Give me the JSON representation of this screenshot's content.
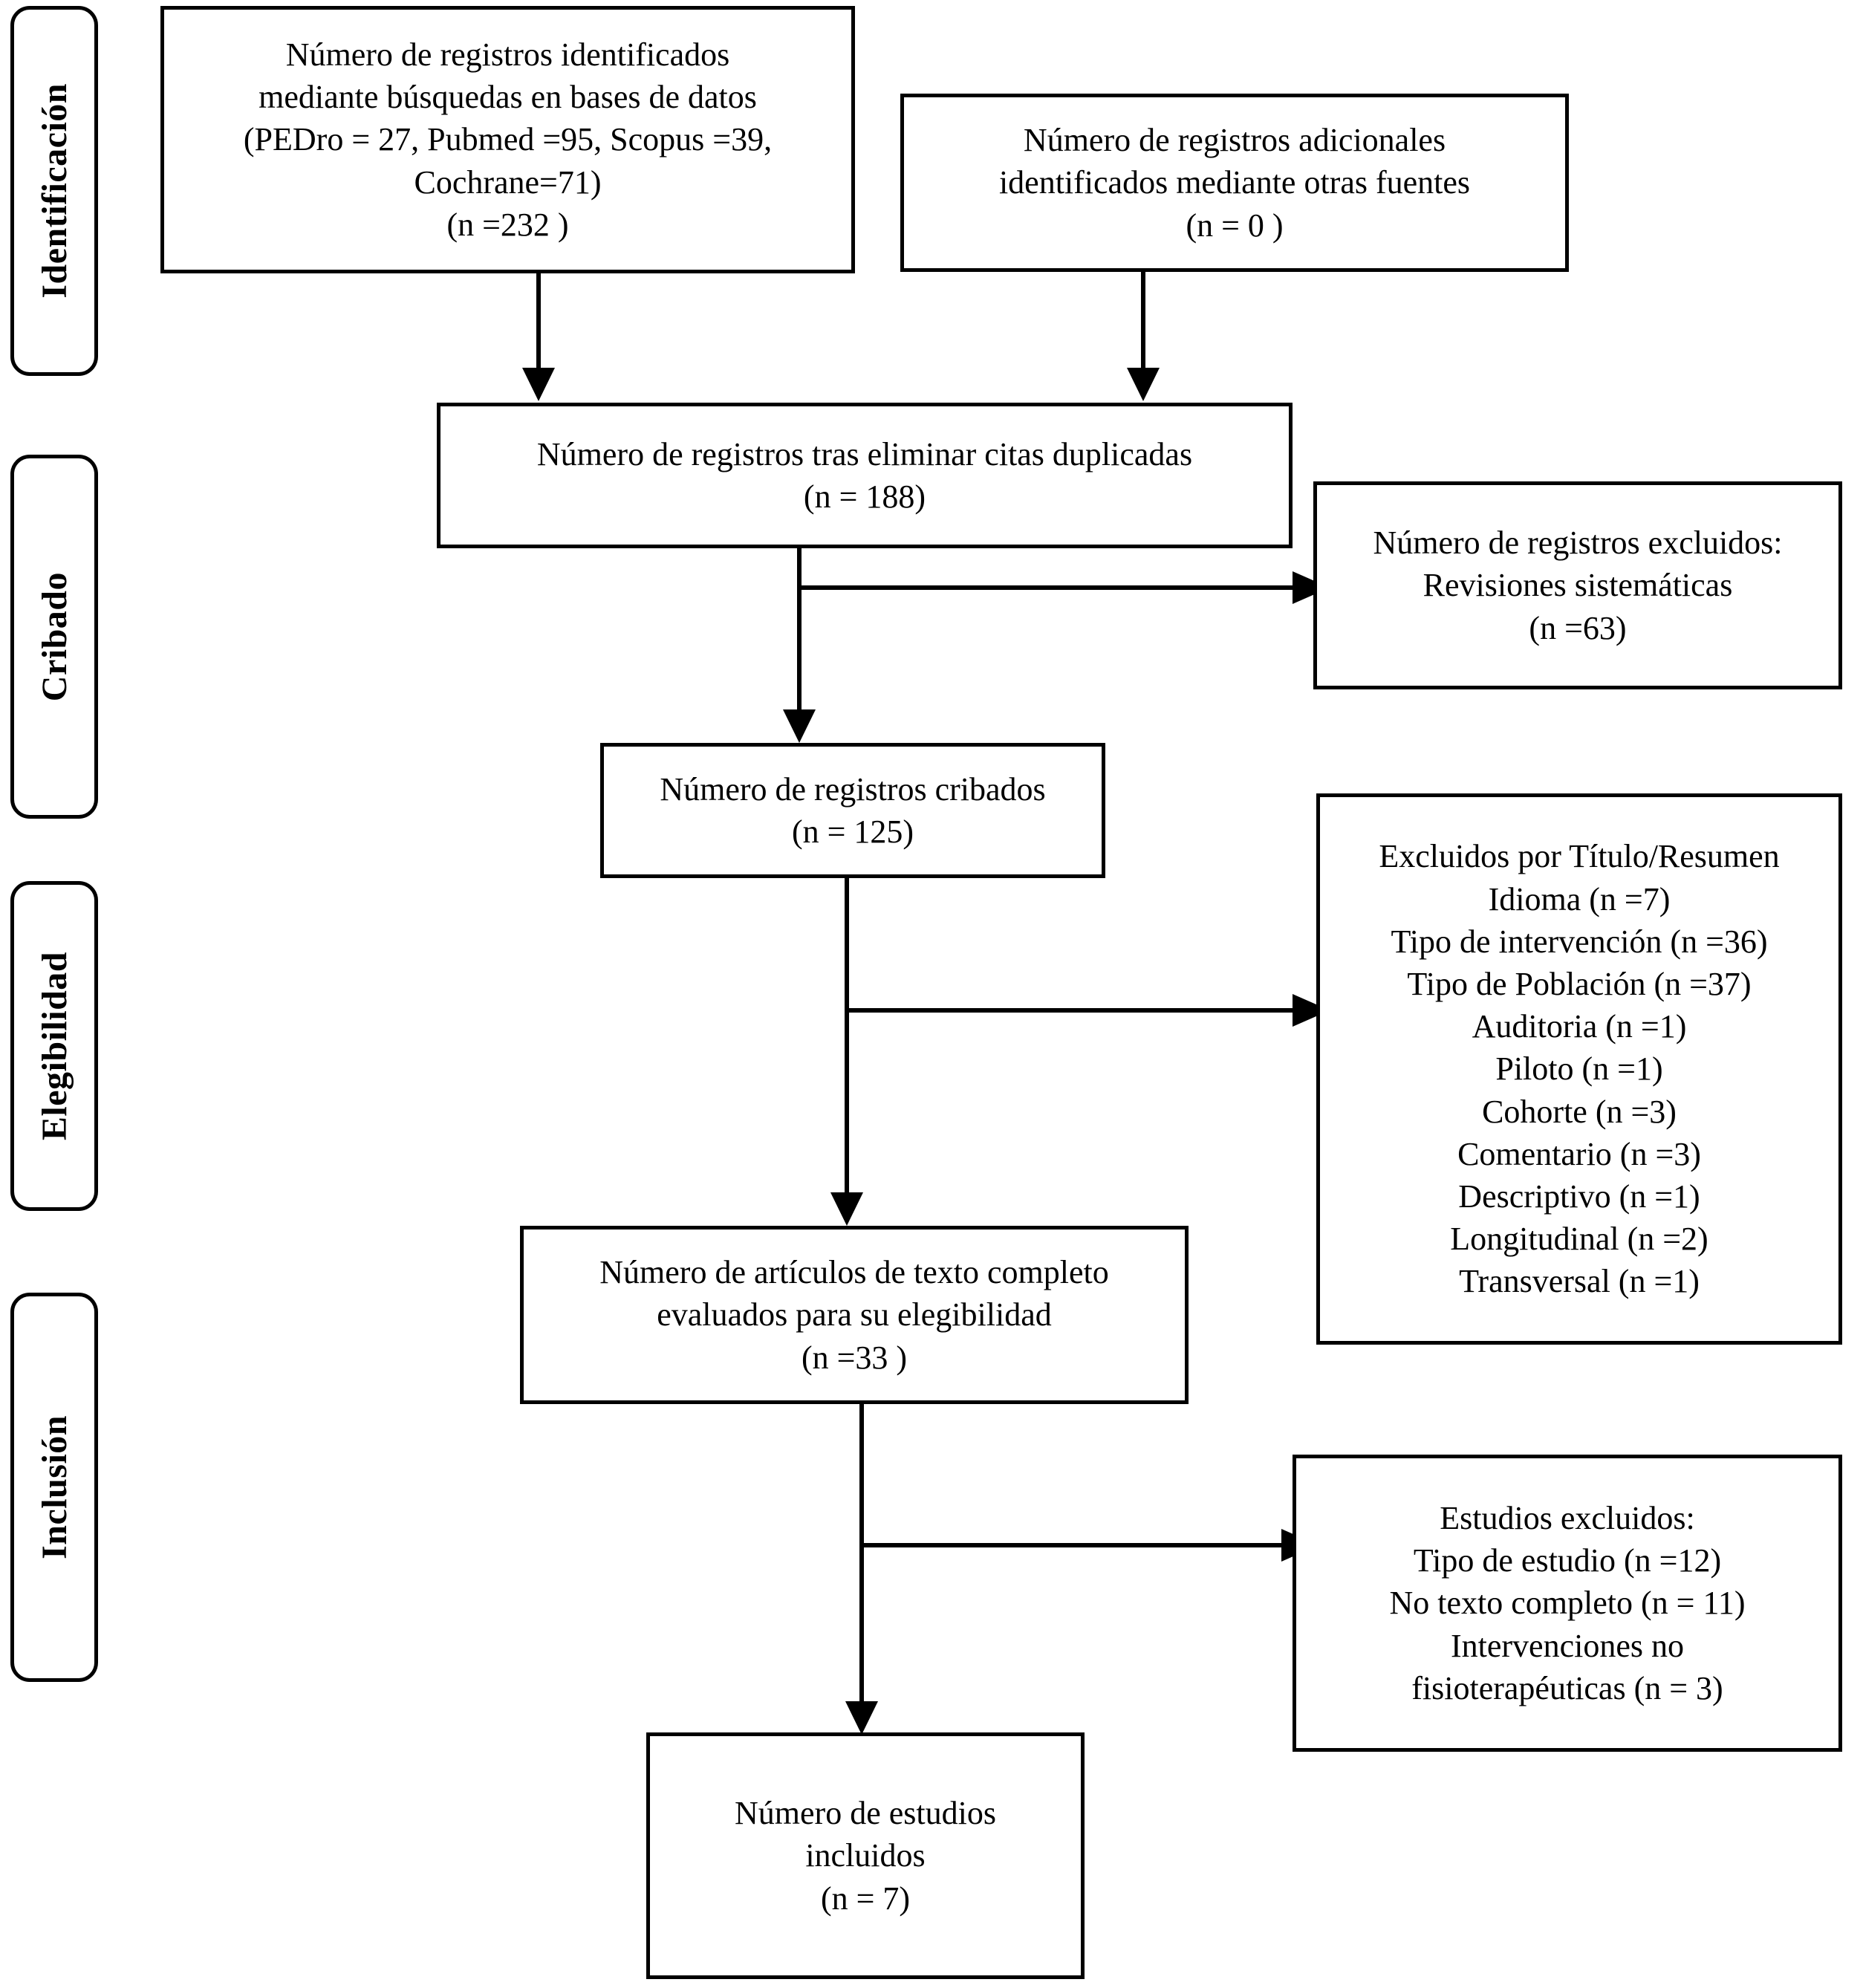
{
  "diagram": {
    "type": "prisma-flow-diagram",
    "language": "es",
    "stages": [
      {
        "id": "identificacion",
        "label": "Identificación"
      },
      {
        "id": "cribado",
        "label": "Cribado"
      },
      {
        "id": "elegibilidad",
        "label": "Elegibilidad"
      },
      {
        "id": "inclusion",
        "label": "Inclusión"
      }
    ],
    "boxes": {
      "records_identified": {
        "text": "Número de registros identificados\nmediante búsquedas en bases de datos\n(PEDro = 27, Pubmed =95, Scopus =39,\nCochrane=71)\n(n =232   )",
        "n": 232,
        "sources": [
          {
            "name": "PEDro",
            "n": 27
          },
          {
            "name": "Pubmed",
            "n": 95
          },
          {
            "name": "Scopus",
            "n": 39
          },
          {
            "name": "Cochrane",
            "n": 71
          }
        ]
      },
      "additional_records": {
        "text": "Número de registros adicionales\nidentificados mediante otras fuentes\n(n = 0 )",
        "n": 0
      },
      "after_duplicates": {
        "text": "Número de registros tras eliminar citas duplicadas\n(n = 188)",
        "n": 188
      },
      "records_excluded_reviews": {
        "text": "Número de registros excluidos:\nRevisiones sistemáticas\n(n =63)",
        "n": 63
      },
      "records_screened": {
        "text": "Número de registros cribados\n(n = 125)",
        "n": 125
      },
      "excluded_title_abstract": {
        "text": "Excluidos por Título/Resumen\nIdioma (n =7)\nTipo de intervención (n =36)\nTipo de Población (n =37)\nAuditoria (n =1)\nPiloto (n =1)\nCohorte (n =3)\nComentario (n =3)\nDescriptivo (n =1)\nLongitudinal (n =2)\nTransversal (n =1)",
        "reasons": [
          {
            "label": "Idioma",
            "n": 7
          },
          {
            "label": "Tipo de intervención",
            "n": 36
          },
          {
            "label": "Tipo de Población",
            "n": 37
          },
          {
            "label": "Auditoria",
            "n": 1
          },
          {
            "label": "Piloto",
            "n": 1
          },
          {
            "label": "Cohorte",
            "n": 3
          },
          {
            "label": "Comentario",
            "n": 3
          },
          {
            "label": "Descriptivo",
            "n": 1
          },
          {
            "label": "Longitudinal",
            "n": 2
          },
          {
            "label": "Transversal",
            "n": 1
          }
        ]
      },
      "fulltext_assessed": {
        "text": "Número de artículos de texto completo\nevaluados para su elegibilidad\n(n =33 )",
        "n": 33
      },
      "studies_excluded": {
        "text": "Estudios excluidos:\nTipo de estudio (n =12)\nNo texto completo (n = 11)\nIntervenciones no\nfisioterapéuticas (n = 3)",
        "reasons": [
          {
            "label": "Tipo de estudio",
            "n": 12
          },
          {
            "label": "No texto completo",
            "n": 11
          },
          {
            "label": "Intervenciones no fisioterapéuticas",
            "n": 3
          }
        ]
      },
      "studies_included": {
        "text": "Número de estudios\nincluidos\n(n = 7)",
        "n": 7
      }
    },
    "colors": {
      "stroke": "#000000",
      "fill": "#ffffff",
      "text": "#000000"
    }
  }
}
